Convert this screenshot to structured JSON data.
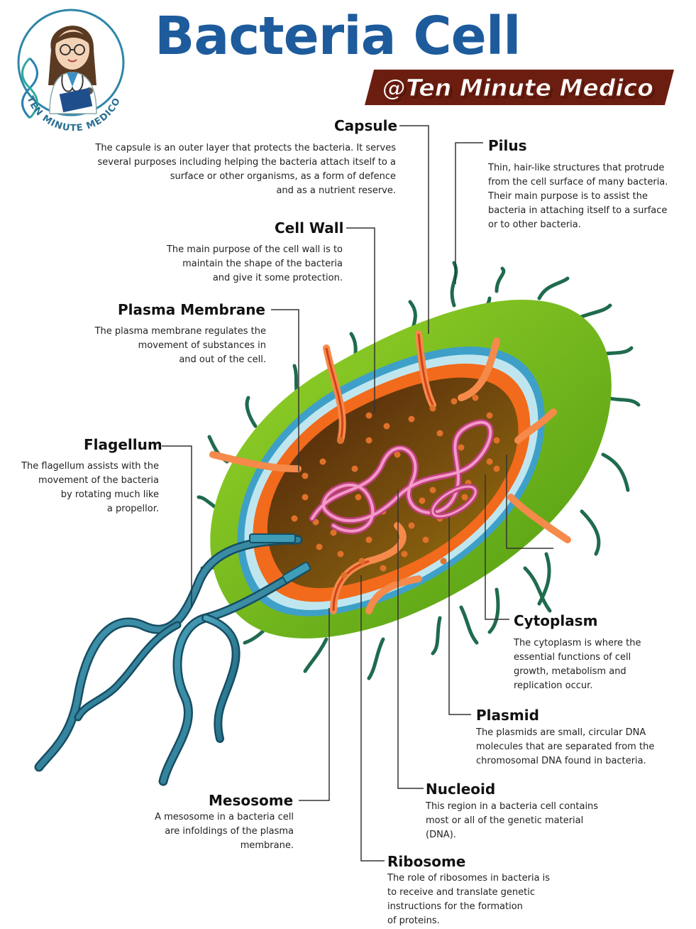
{
  "title": "Bacteria Cell",
  "handle": "@Ten Minute Medico",
  "logo": {
    "text": "TEN MINUTE MEDICO",
    "icon": "doctor-avatar-icon"
  },
  "colors": {
    "title": "#1d5b9c",
    "banner": "#6b1e10",
    "capsule": "#7cc21e",
    "cell_wall": "#3ea0c8",
    "plasma_membrane": "#f26a1b",
    "cytoplasm": "#6b3412",
    "nucleoid": "#e06aa6",
    "pilus": "#1f6b4d",
    "flagellum": "#1e6f8c"
  },
  "labels": {
    "capsule": {
      "title": "Capsule",
      "desc": "The capsule is an outer layer that protects the bacteria. It serves\nseveral purposes including  helping the bacteria attach itself to a\nsurface or other organisms, as a form of defence\nand as a nutrient reserve."
    },
    "pilus": {
      "title": "Pilus",
      "desc": "Thin, hair-like structures that protrude\nfrom the cell surface of many bacteria.\nTheir main purpose is to assist the\nbacteria in attaching itself to a surface\nor to other bacteria."
    },
    "cell_wall": {
      "title": "Cell Wall",
      "desc": "The main purpose of the cell wall is to\nmaintain the shape of the bacteria\nand give it some protection."
    },
    "plasma_membrane": {
      "title": "Plasma Membrane",
      "desc": "The plasma membrane regulates the\nmovement of substances in\nand out of the cell."
    },
    "flagellum": {
      "title": "Flagellum",
      "desc": "The flagellum assists with the\nmovement of the bacteria\nby rotating much like\na propellor."
    },
    "cytoplasm": {
      "title": "Cytoplasm",
      "desc": "The cytoplasm is where the\nessential functions of cell\ngrowth, metabolism and\nreplication occur."
    },
    "plasmid": {
      "title": "Plasmid",
      "desc": "The plasmids are small, circular DNA\nmolecules that are separated from the\nchromosomal DNA found in bacteria."
    },
    "nucleoid": {
      "title": "Nucleoid",
      "desc": "This region in a bacteria cell contains\nmost or all of the genetic material\n(DNA)."
    },
    "mesosome": {
      "title": "Mesosome",
      "desc": "A mesosome in a bacteria cell\nare infoldings of the plasma\nmembrane."
    },
    "ribosome": {
      "title": "Ribosome",
      "desc": "The role of ribosomes in bacteria is\nto receive and translate genetic\ninstructions for the formation\nof proteins."
    }
  }
}
